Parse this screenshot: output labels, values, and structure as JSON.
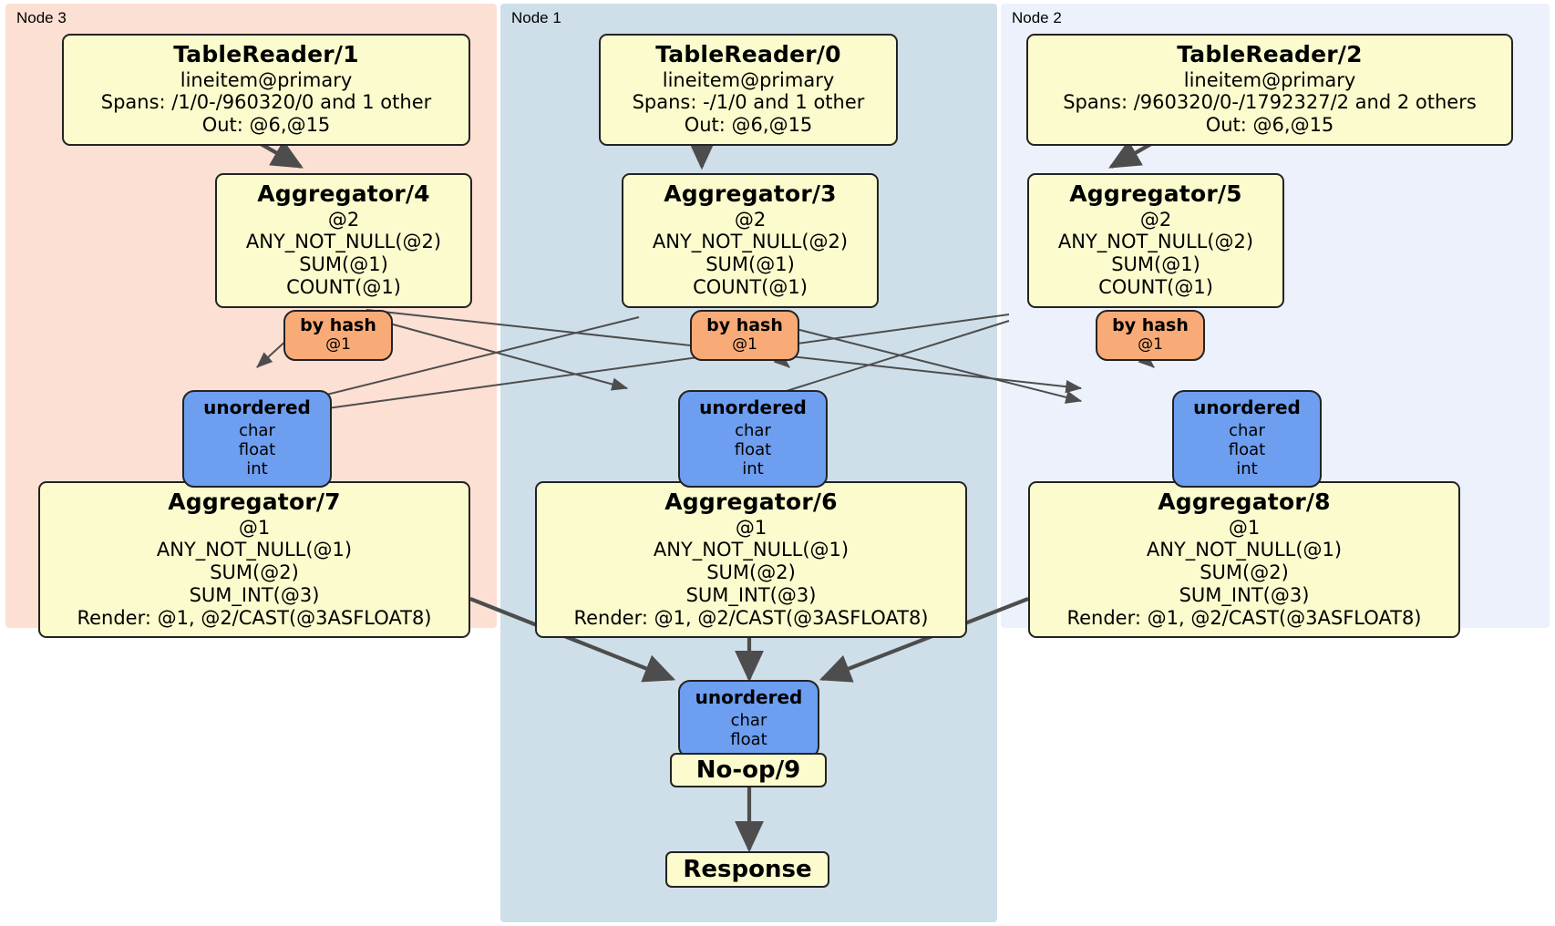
{
  "diagram": {
    "type": "distributed-query-execution-plan",
    "title": "DistSQL physical plan"
  },
  "clusters": [
    {
      "id": "node3",
      "label": "Node 3",
      "color": "#fce0d4"
    },
    {
      "id": "node1",
      "label": "Node 1",
      "color": "#cfdfea"
    },
    {
      "id": "node2",
      "label": "Node 2",
      "color": "#ecf1fb"
    }
  ],
  "table_readers": [
    {
      "id": "tr1",
      "title": "TableReader/1",
      "table": "lineitem@primary",
      "spans": "Spans: /1/0-/960320/0 and 1 other",
      "out": "Out: @6,@15",
      "node": "Node 3"
    },
    {
      "id": "tr0",
      "title": "TableReader/0",
      "table": "lineitem@primary",
      "spans": "Spans: -/1/0 and 1 other",
      "out": "Out: @6,@15",
      "node": "Node 1"
    },
    {
      "id": "tr2",
      "title": "TableReader/2",
      "table": "lineitem@primary",
      "spans": "Spans: /960320/0-/1792327/2 and 2 others",
      "out": "Out: @6,@15",
      "node": "Node 2"
    }
  ],
  "stage1_aggregators": [
    {
      "id": "agg4",
      "title": "Aggregator/4",
      "group": "@2",
      "funcs": [
        "ANY_NOT_NULL(@2)",
        "SUM(@1)",
        "COUNT(@1)"
      ],
      "node": "Node 3"
    },
    {
      "id": "agg3",
      "title": "Aggregator/3",
      "group": "@2",
      "funcs": [
        "ANY_NOT_NULL(@2)",
        "SUM(@1)",
        "COUNT(@1)"
      ],
      "node": "Node 1"
    },
    {
      "id": "agg5",
      "title": "Aggregator/5",
      "group": "@2",
      "funcs": [
        "ANY_NOT_NULL(@2)",
        "SUM(@1)",
        "COUNT(@1)"
      ],
      "node": "Node 2"
    }
  ],
  "routers": [
    {
      "id": "hash-left",
      "title": "by hash",
      "col": "@1",
      "node": "Node 3"
    },
    {
      "id": "hash-center",
      "title": "by hash",
      "col": "@1",
      "node": "Node 1"
    },
    {
      "id": "hash-right",
      "title": "by hash",
      "col": "@1",
      "node": "Node 2"
    }
  ],
  "synchronizers": [
    {
      "id": "sync-left",
      "title": "unordered",
      "types": [
        "char",
        "float",
        "int"
      ],
      "node": "Node 3"
    },
    {
      "id": "sync-center",
      "title": "unordered",
      "types": [
        "char",
        "float",
        "int"
      ],
      "node": "Node 1"
    },
    {
      "id": "sync-right",
      "title": "unordered",
      "types": [
        "char",
        "float",
        "int"
      ],
      "node": "Node 2"
    },
    {
      "id": "sync-final",
      "title": "unordered",
      "types": [
        "char",
        "float"
      ],
      "node": "Node 1"
    }
  ],
  "stage2_aggregators": [
    {
      "id": "agg7",
      "title": "Aggregator/7",
      "group": "@1",
      "funcs": [
        "ANY_NOT_NULL(@1)",
        "SUM(@2)",
        "SUM_INT(@3)"
      ],
      "render": "Render: @1, @2/CAST(@3ASFLOAT8)",
      "node": "Node 3"
    },
    {
      "id": "agg6",
      "title": "Aggregator/6",
      "group": "@1",
      "funcs": [
        "ANY_NOT_NULL(@1)",
        "SUM(@2)",
        "SUM_INT(@3)"
      ],
      "render": "Render: @1, @2/CAST(@3ASFLOAT8)",
      "node": "Node 1"
    },
    {
      "id": "agg8",
      "title": "Aggregator/8",
      "group": "@1",
      "funcs": [
        "ANY_NOT_NULL(@1)",
        "SUM(@2)",
        "SUM_INT(@3)"
      ],
      "render": "Render: @1, @2/CAST(@3ASFLOAT8)",
      "node": "Node 2"
    }
  ],
  "terminals": {
    "noop": "No-op/9",
    "response": "Response"
  },
  "colors": {
    "processor_fill": "#fbfbcd",
    "router_fill": "#f8ab77",
    "synchronizer_fill": "#6d9ef0",
    "border": "#232323",
    "edge": "#4d4d4d",
    "node3_bg": "#fce0d4",
    "node1_bg": "#cfdfea",
    "node2_bg": "#ecf1fb"
  }
}
